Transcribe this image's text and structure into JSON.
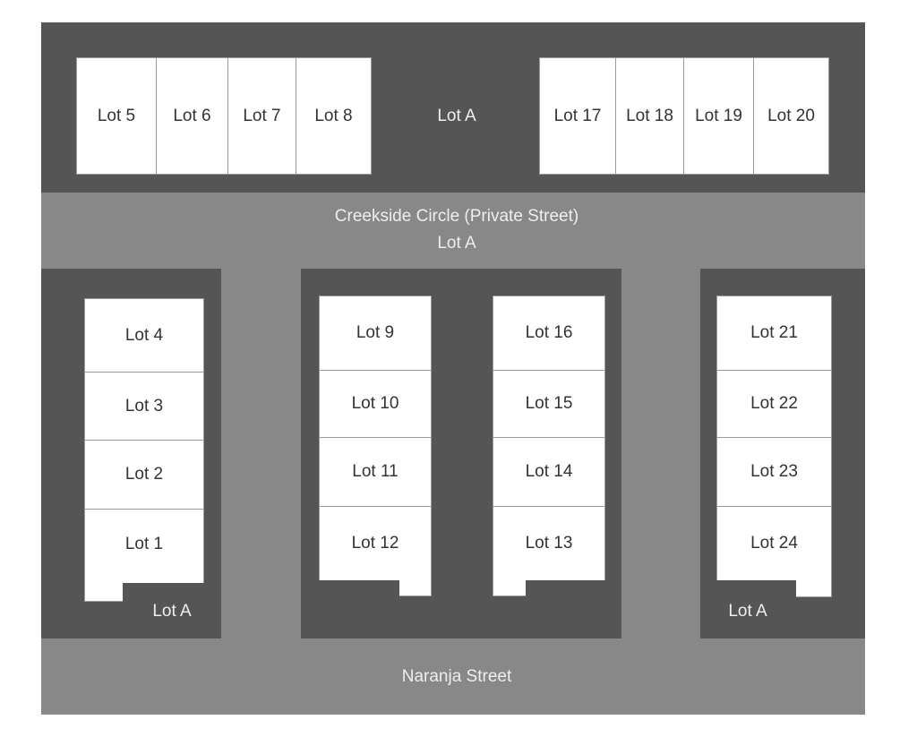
{
  "map": {
    "top_parcel_label": "Lot A",
    "street_name": "Creekside Circle (Private Street)",
    "street_parcel_label": "Lot A",
    "bottom_street_name": "Naranja Street",
    "left_parcel_label": "Lot A",
    "right_parcel_label": "Lot A",
    "lots": {
      "lot1": "Lot 1",
      "lot2": "Lot 2",
      "lot3": "Lot 3",
      "lot4": "Lot 4",
      "lot5": "Lot 5",
      "lot6": "Lot 6",
      "lot7": "Lot 7",
      "lot8": "Lot 8",
      "lot9": "Lot 9",
      "lot10": "Lot 10",
      "lot11": "Lot 11",
      "lot12": "Lot 12",
      "lot13": "Lot 13",
      "lot14": "Lot 14",
      "lot15": "Lot 15",
      "lot16": "Lot 16",
      "lot17": "Lot 17",
      "lot18": "Lot 18",
      "lot19": "Lot 19",
      "lot20": "Lot 20",
      "lot21": "Lot 21",
      "lot22": "Lot 22",
      "lot23": "Lot 23",
      "lot24": "Lot 24"
    },
    "colors": {
      "parcel": "#555555",
      "street": "#888888",
      "lot": "#ffffff"
    }
  }
}
